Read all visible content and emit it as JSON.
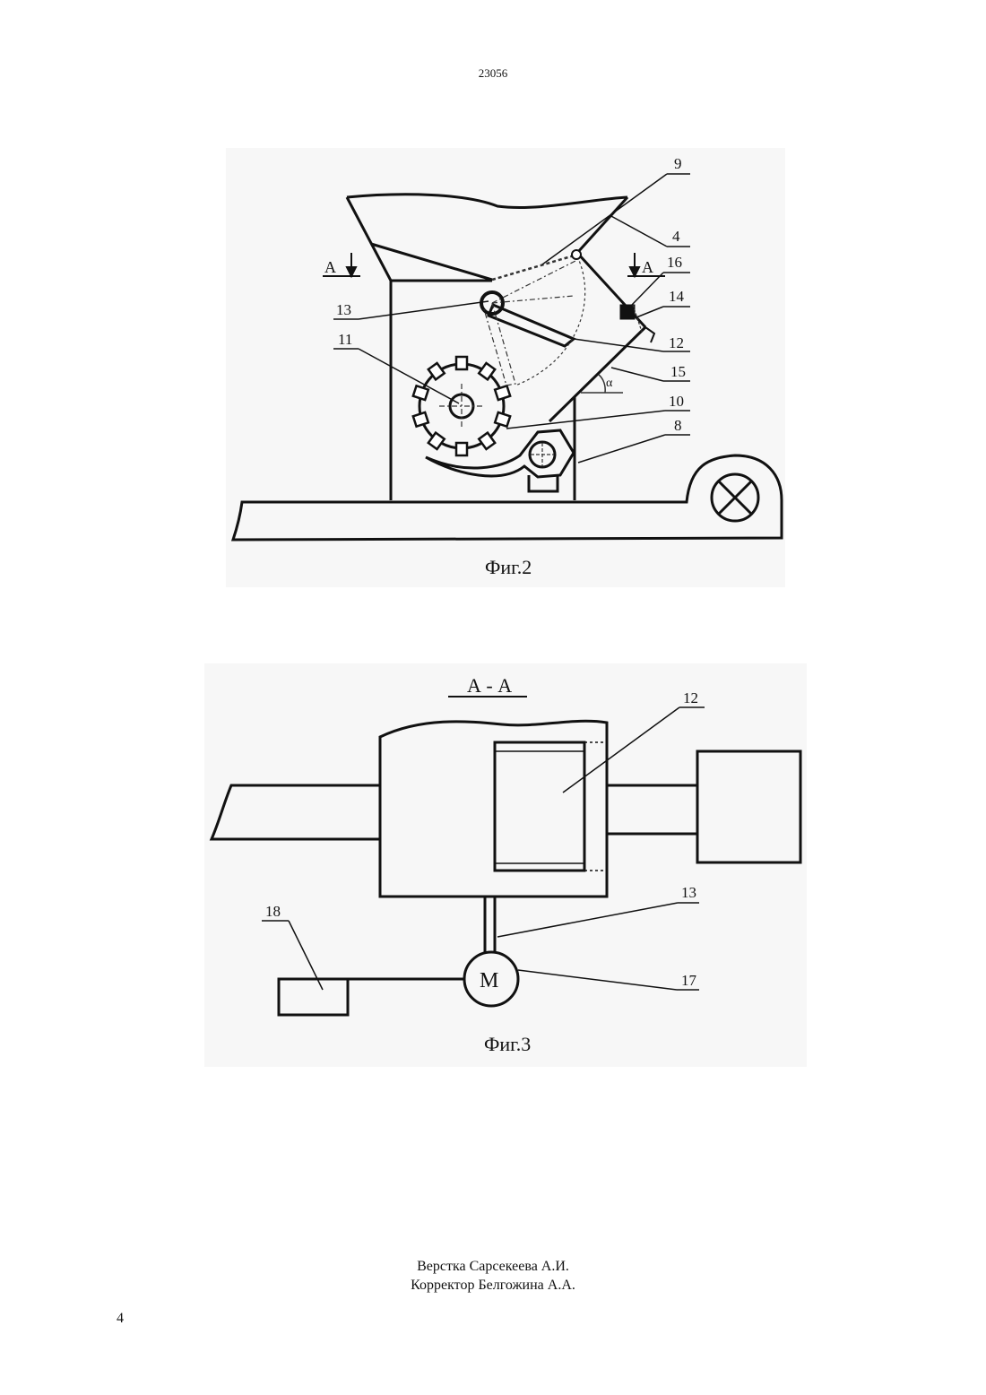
{
  "header": {
    "patent_number": "23056"
  },
  "figure2": {
    "caption": "Фиг.2",
    "section_marks": [
      "А",
      "А"
    ],
    "angle_symbol": "α",
    "labels": [
      "9",
      "4",
      "16",
      "14",
      "13",
      "12",
      "11",
      "15",
      "10",
      "8"
    ]
  },
  "figure3": {
    "caption": "Фиг.3",
    "section_title": "А - А",
    "motor_letter": "М",
    "labels": [
      "12",
      "13",
      "18",
      "17"
    ]
  },
  "footer": {
    "layout_credit": "Верстка Сарсекеева А.И.",
    "proofreader_credit": "Корректор Белгожина А.А.",
    "page_number": "4"
  },
  "colors": {
    "ink": "#111111",
    "scan_tint": "#f6f6f6"
  }
}
